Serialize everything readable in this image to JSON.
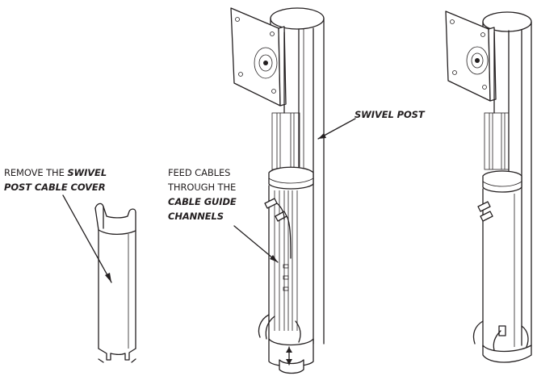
{
  "labels": {
    "remove": {
      "line1_plain": "REMOVE THE ",
      "line1_em": "SWIVEL",
      "line2_em": "POST CABLE COVER"
    },
    "feed": {
      "line1": "FEED CABLES",
      "line2": "THROUGH THE",
      "line3_em": "CABLE GUIDE",
      "line4_em": "CHANNELS"
    },
    "swivel_post": "SWIVEL POST"
  },
  "colors": {
    "line": "#231f20",
    "background": "#ffffff",
    "shade": "#d9d9d9"
  }
}
